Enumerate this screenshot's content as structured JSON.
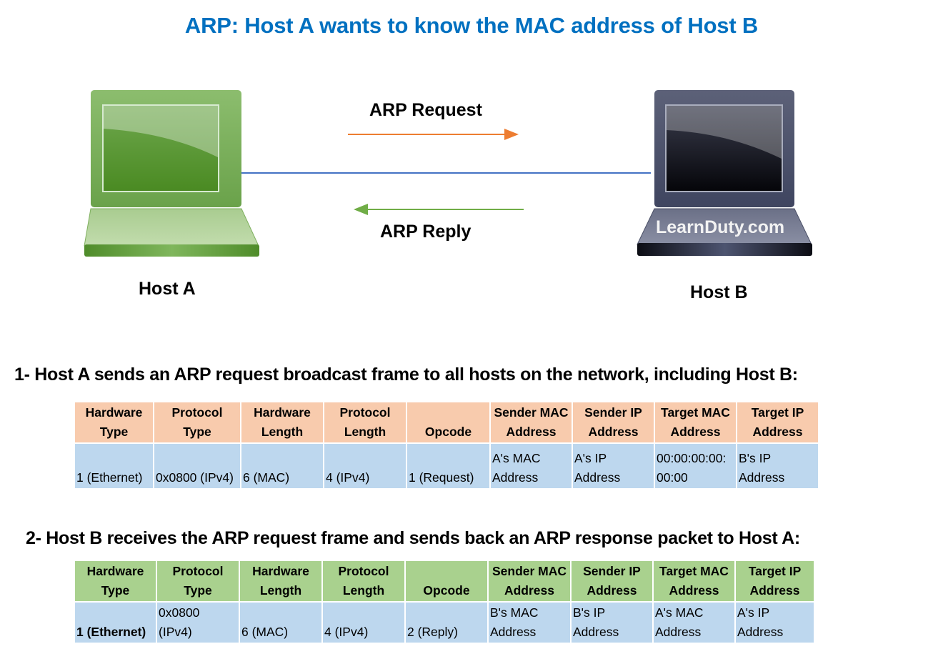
{
  "title": "ARP: Host A wants to know the MAC address of Host B",
  "colors": {
    "title": "#0070c0",
    "request_arrow": "#ed7d31",
    "reply_arrow": "#70ad47",
    "link_line": "#4472c4",
    "request_header_bg": "#f8cbad",
    "reply_header_bg": "#a9d18e",
    "row_bg": "#bdd7ee"
  },
  "diagram": {
    "host_a": {
      "label": "Host A",
      "icon": "laptop-icon-green"
    },
    "host_b": {
      "label": "Host B",
      "icon": "laptop-icon-dark",
      "watermark": "LearnDuty.com"
    },
    "request_label": "ARP Request",
    "reply_label": "ARP Reply"
  },
  "step1": {
    "heading": "1- Host A sends an ARP request broadcast frame to all hosts on the network, including Host B:",
    "headers": [
      [
        "Hardware",
        "Type"
      ],
      [
        "Protocol",
        "Type"
      ],
      [
        "Hardware",
        "Length"
      ],
      [
        "Protocol",
        "Length"
      ],
      [
        "",
        "Opcode"
      ],
      [
        "Sender MAC",
        "Address"
      ],
      [
        "Sender IP",
        "Address"
      ],
      [
        "Target MAC",
        "Address"
      ],
      [
        "Target IP",
        "Address"
      ]
    ],
    "row": [
      [
        "",
        "1 (Ethernet)"
      ],
      [
        "",
        "0x0800 (IPv4)"
      ],
      [
        "",
        "6 (MAC)"
      ],
      [
        "",
        "4 (IPv4)"
      ],
      [
        "",
        "1 (Request)"
      ],
      [
        "A's MAC",
        "Address"
      ],
      [
        "A's IP",
        "Address"
      ],
      [
        "00:00:00:00:",
        "00:00"
      ],
      [
        "B's IP",
        "Address"
      ]
    ]
  },
  "step2": {
    "heading": "2- Host B receives the ARP request frame and sends back an ARP response packet to Host A:",
    "headers": [
      [
        "Hardware",
        "Type"
      ],
      [
        "Protocol",
        "Type"
      ],
      [
        "Hardware",
        "Length"
      ],
      [
        "Protocol",
        "Length"
      ],
      [
        "",
        "Opcode"
      ],
      [
        "Sender MAC",
        "Address"
      ],
      [
        "Sender IP",
        "Address"
      ],
      [
        "Target MAC",
        "Address"
      ],
      [
        "Target IP",
        "Address"
      ]
    ],
    "row": [
      [
        "",
        "1 (Ethernet)"
      ],
      [
        "0x0800",
        "(IPv4)"
      ],
      [
        "",
        "6 (MAC)"
      ],
      [
        "",
        "4 (IPv4)"
      ],
      [
        "",
        "2 (Reply)"
      ],
      [
        "B's MAC",
        "Address"
      ],
      [
        "B's IP",
        "Address"
      ],
      [
        "A's MAC",
        "Address"
      ],
      [
        "A's IP",
        "Address"
      ]
    ]
  }
}
